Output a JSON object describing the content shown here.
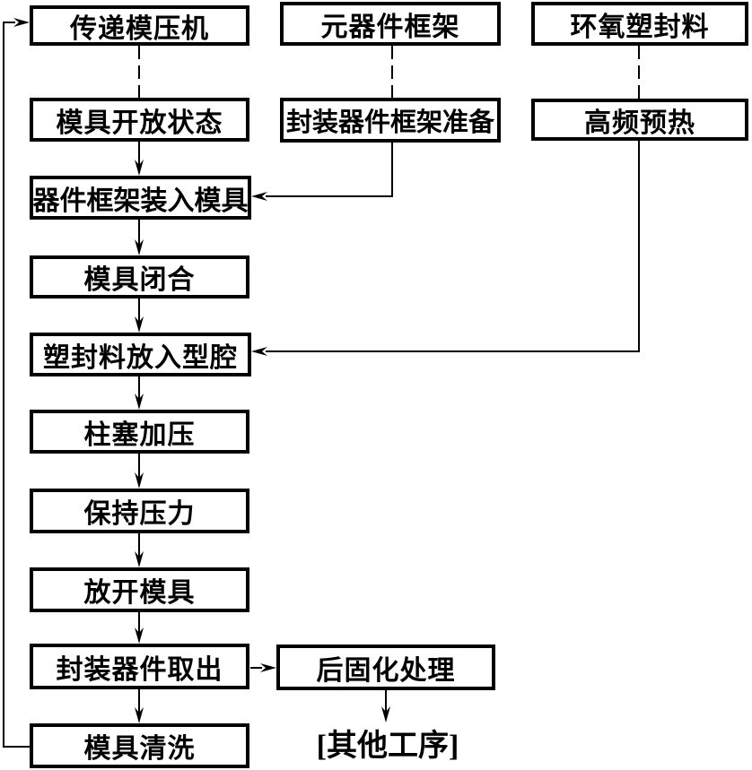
{
  "diagram": {
    "type": "flowchart",
    "background_color": "#ffffff",
    "line_color": "#000000",
    "nodes": {
      "transfer_press": {
        "label": "传递模压机"
      },
      "component_frame": {
        "label": "元器件框架"
      },
      "epoxy_compound": {
        "label": "环氧塑封料"
      },
      "mold_open_state": {
        "label": "模具开放状态"
      },
      "frame_prep": {
        "label": "封装器件框架准备"
      },
      "hf_preheat": {
        "label": "高频预热"
      },
      "frame_into_mold": {
        "label": "器件框架装入模具"
      },
      "mold_close": {
        "label": "模具闭合"
      },
      "compound_into_cavity": {
        "label": "塑封料放入型腔"
      },
      "plunger_pressure": {
        "label": "柱塞加压"
      },
      "hold_pressure": {
        "label": "保持压力"
      },
      "open_mold": {
        "label": "放开模具"
      },
      "device_removal": {
        "label": "封装器件取出"
      },
      "post_cure": {
        "label": "后固化处理"
      },
      "mold_clean": {
        "label": "模具清洗"
      },
      "other_process": {
        "label": "[其他工序]"
      }
    },
    "edges": [
      {
        "from": "transfer_press",
        "to": "mold_open_state",
        "style": "dashed",
        "arrow": false
      },
      {
        "from": "component_frame",
        "to": "frame_prep",
        "style": "dashed",
        "arrow": false
      },
      {
        "from": "epoxy_compound",
        "to": "hf_preheat",
        "style": "dashed",
        "arrow": false
      },
      {
        "from": "mold_open_state",
        "to": "frame_into_mold",
        "style": "solid",
        "arrow": true
      },
      {
        "from": "frame_prep",
        "to": "frame_into_mold",
        "style": "solid-elbow",
        "arrow": true
      },
      {
        "from": "frame_into_mold",
        "to": "mold_close",
        "style": "solid",
        "arrow": true
      },
      {
        "from": "mold_close",
        "to": "compound_into_cavity",
        "style": "solid",
        "arrow": true
      },
      {
        "from": "hf_preheat",
        "to": "compound_into_cavity",
        "style": "solid-elbow",
        "arrow": true
      },
      {
        "from": "compound_into_cavity",
        "to": "plunger_pressure",
        "style": "solid",
        "arrow": true
      },
      {
        "from": "plunger_pressure",
        "to": "hold_pressure",
        "style": "solid",
        "arrow": true
      },
      {
        "from": "hold_pressure",
        "to": "open_mold",
        "style": "solid",
        "arrow": true
      },
      {
        "from": "open_mold",
        "to": "device_removal",
        "style": "solid",
        "arrow": true
      },
      {
        "from": "device_removal",
        "to": "post_cure",
        "style": "solid",
        "arrow": true
      },
      {
        "from": "device_removal",
        "to": "mold_clean",
        "style": "solid",
        "arrow": true
      },
      {
        "from": "post_cure",
        "to": "other_process",
        "style": "solid",
        "arrow": true
      },
      {
        "from": "mold_clean",
        "to": "transfer_press",
        "style": "solid-loop",
        "arrow": true
      }
    ]
  }
}
